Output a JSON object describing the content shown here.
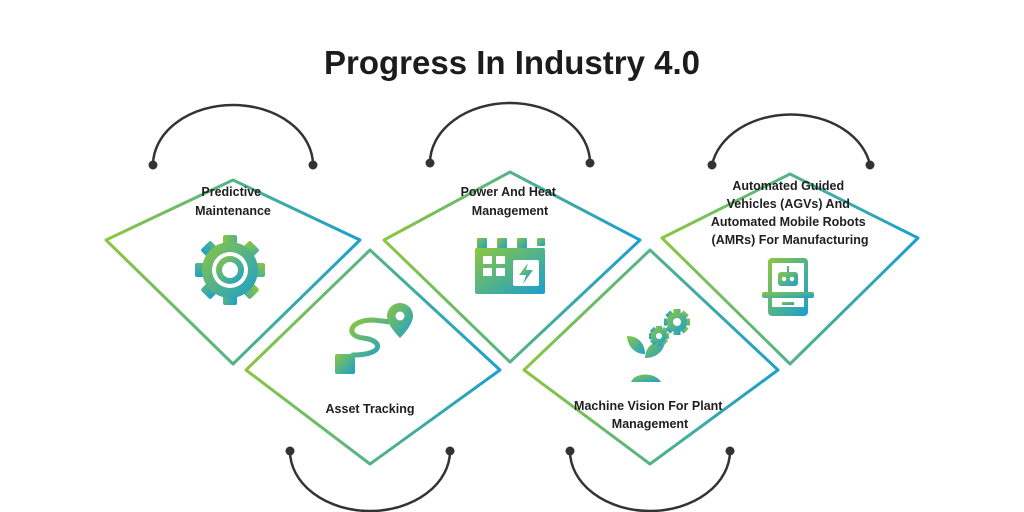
{
  "title": "Progress In Industry 4.0",
  "colors": {
    "gradient_start": "#8cc63f",
    "gradient_end": "#1b9fd0",
    "arc": "#333333",
    "text": "#1f1f1f"
  },
  "items": [
    {
      "lines": [
        "Predictive",
        "Maintenance"
      ],
      "icon": "gear-icon"
    },
    {
      "lines": [
        "Asset Tracking"
      ],
      "icon": "location-route-icon"
    },
    {
      "lines": [
        "Power And Heat",
        "Management"
      ],
      "icon": "factory-power-icon"
    },
    {
      "lines": [
        "Machine Vision For Plant",
        "Management"
      ],
      "icon": "plant-gears-icon"
    },
    {
      "lines": [
        "Automated Guided",
        "Vehicles (AGVs) And",
        "Automated Mobile Robots",
        "(AMRs) For Manufacturing"
      ],
      "icon": "robot-tablet-icon"
    }
  ]
}
